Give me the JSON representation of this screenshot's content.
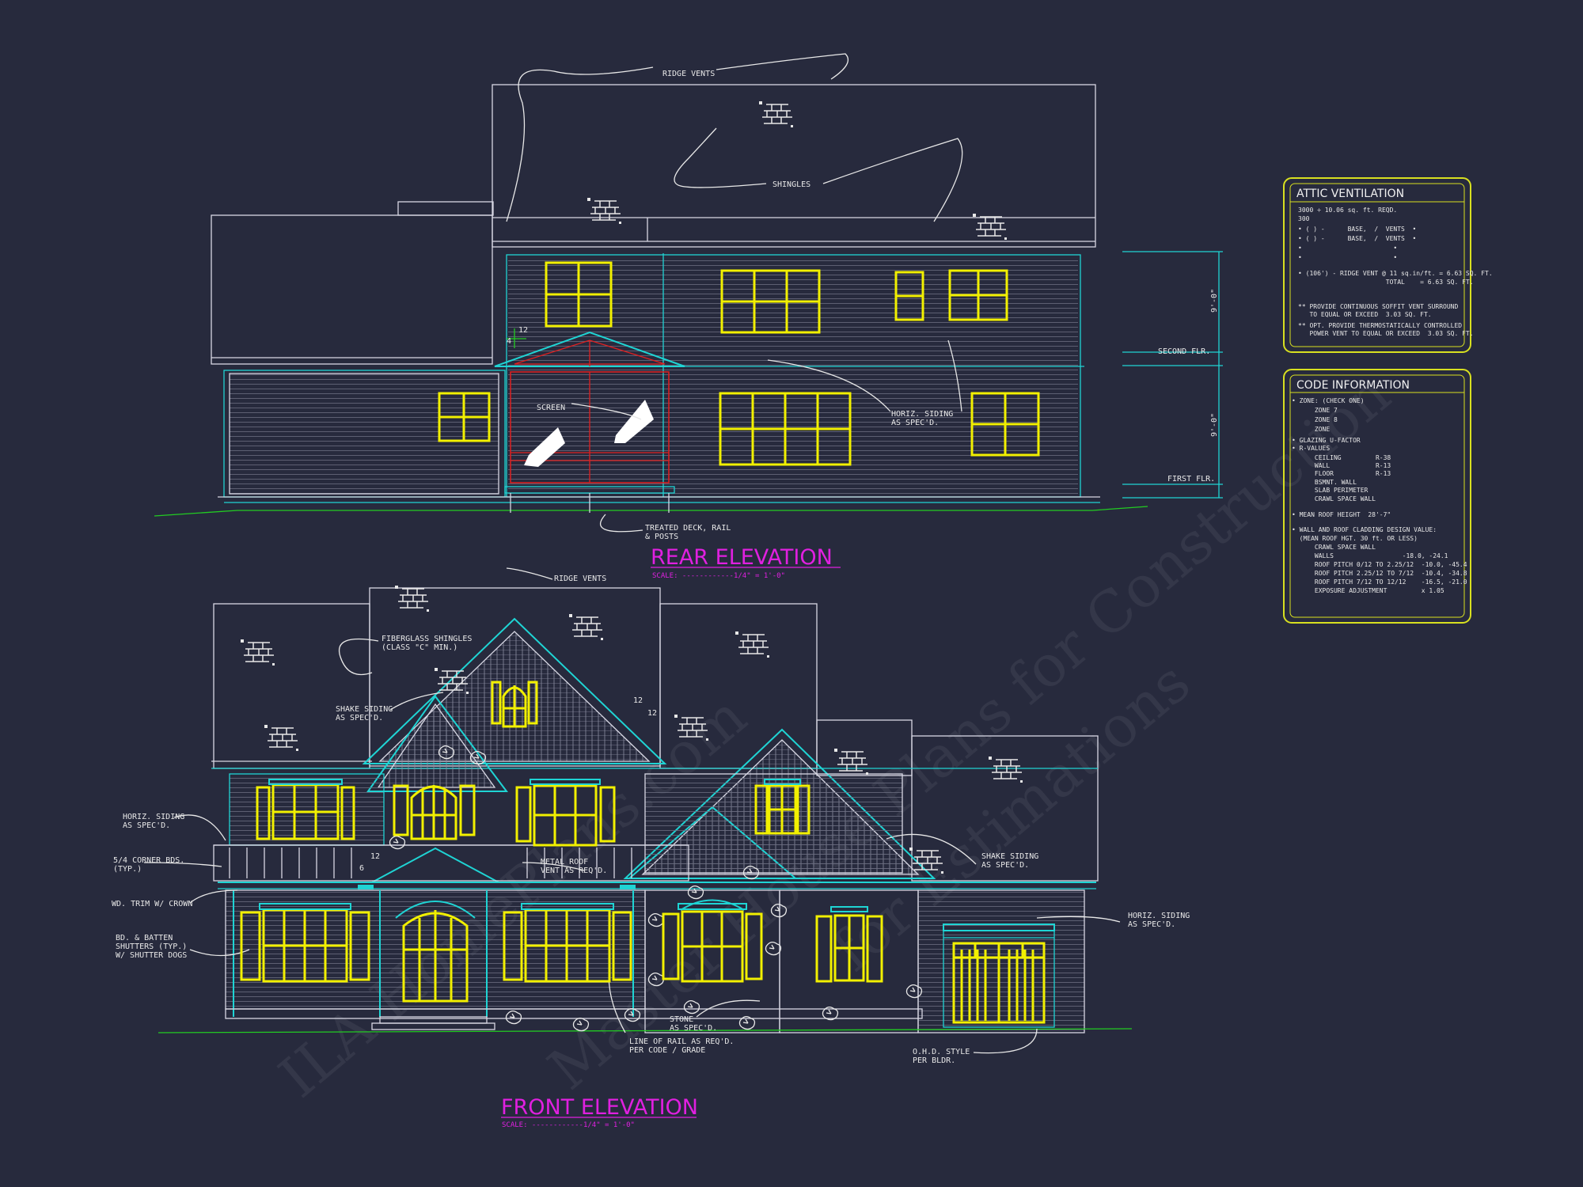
{
  "rear": {
    "title": "REAR ELEVATION",
    "scale": "SCALE: ------------1/4\" = 1'-0\"",
    "labels": {
      "ridge_vents": "RIDGE VENTS",
      "shingles": "SHINGLES",
      "screen": "SCREEN",
      "horiz_siding_1": "HORIZ. SIDING",
      "horiz_siding_2": "AS SPEC'D.",
      "deck_1": "TREATED DECK, RAIL",
      "deck_2": "& POSTS",
      "second_flr": "SECOND FLR.",
      "first_flr": "FIRST FLR.",
      "pitch": "12",
      "pitch_rise": "4",
      "dim_upper": "9'-0\"",
      "dim_lower": "9'-0\""
    }
  },
  "front": {
    "title": "FRONT ELEVATION",
    "scale": "SCALE: ------------1/4\" = 1'-0\"",
    "labels": {
      "ridge_vents": "RIDGE VENTS",
      "fiberglass_1": "FIBERGLASS SHINGLES",
      "fiberglass_2": "(CLASS \"C\" MIN.)",
      "shake_1": "SHAKE SIDING",
      "shake_2": "AS SPEC'D.",
      "horiz_left_1": "HORIZ. SIDING",
      "horiz_left_2": "AS SPEC'D.",
      "corner_1": "5/4 CORNER BDS.",
      "corner_2": "(TYP.)",
      "trim": "WD. TRIM W/ CROWN",
      "shutters_1": "BD. & BATTEN",
      "shutters_2": "SHUTTERS (TYP.)",
      "shutters_3": "W/ SHUTTER DOGS",
      "metal_roof_1": "METAL ROOF",
      "metal_roof_2": "VENT AS REQ'D.",
      "stone_1": "STONE",
      "stone_2": "AS SPEC'D.",
      "rail_1": "LINE OF RAIL AS REQ'D.",
      "rail_2": "PER CODE / GRADE",
      "shake_right_1": "SHAKE SIDING",
      "shake_right_2": "AS SPEC'D.",
      "horiz_right_1": "HORIZ. SIDING",
      "horiz_right_2": "AS SPEC'D.",
      "ohd_1": "O.H.D. STYLE",
      "ohd_2": "PER BLDR.",
      "pitch": "12",
      "pitch_rise": "12",
      "pitch_porch": "12",
      "pitch_porch_rise": "6"
    }
  },
  "attic": {
    "heading": "ATTIC VENTILATION",
    "lines": [
      "3000 ÷ 10.06 sq. ft. REQD.",
      "300",
      "• ( ) -      BASE,  /  VENTS  •",
      "• ( ) -      BASE,  /  VENTS  •",
      "•                        •",
      "•                        •",
      "• (106') - RIDGE VENT @ 11 sq.in/ft. = 6.63 SQ. FT.",
      "                       TOTAL    = 6.63 SQ. FT.",
      "** PROVIDE CONTINUOUS SOFFIT VENT SURROUND",
      "   TO EQUAL OR EXCEED  3.03 SQ. FT.",
      "** OPT. PROVIDE THERMOSTATICALLY CONTROLLED",
      "   POWER VENT TO EQUAL OR EXCEED  3.03 SQ. FT."
    ]
  },
  "code": {
    "heading": "CODE INFORMATION",
    "lines": [
      "• ZONE: (CHECK ONE)",
      "      ZONE 7",
      "      ZONE 8",
      "      ZONE",
      "• GLAZING U-FACTOR",
      "• R-VALUES",
      "      CEILING         R-38",
      "      WALL            R-13",
      "      FLOOR           R-13",
      "      BSMNT. WALL",
      "      SLAB PERIMETER",
      "      CRAWL SPACE WALL",
      "• MEAN ROOF HEIGHT  28'-7\"",
      "• WALL AND ROOF CLADDING DESIGN VALUE:",
      "  (MEAN ROOF HGT. 30 ft. OR LESS)",
      "      CRAWL SPACE WALL",
      "      WALLS                  -18.0, -24.1",
      "      ROOF PITCH 0/12 TO 2.25/12  -10.0, -45.4",
      "      ROOF PITCH 2.25/12 TO 7/12  -10.4, -34.8",
      "      ROOF PITCH 7/12 TO 12/12    -16.5, -21.0",
      "      EXPOSURE ADJUSTMENT         x 1.05"
    ]
  },
  "watermark": [
    "ILA HomePlans.com",
    "Master House Plans for Construction",
    "for Estimations"
  ],
  "colors": {
    "background": "#272a3d",
    "outline": "#d8d8e4",
    "window": "#f2f000",
    "trim": "#1fd4d4",
    "title": "#e020e0",
    "grade": "#22cc22",
    "screen_red": "#e02020",
    "box_border": "#d8e020"
  }
}
